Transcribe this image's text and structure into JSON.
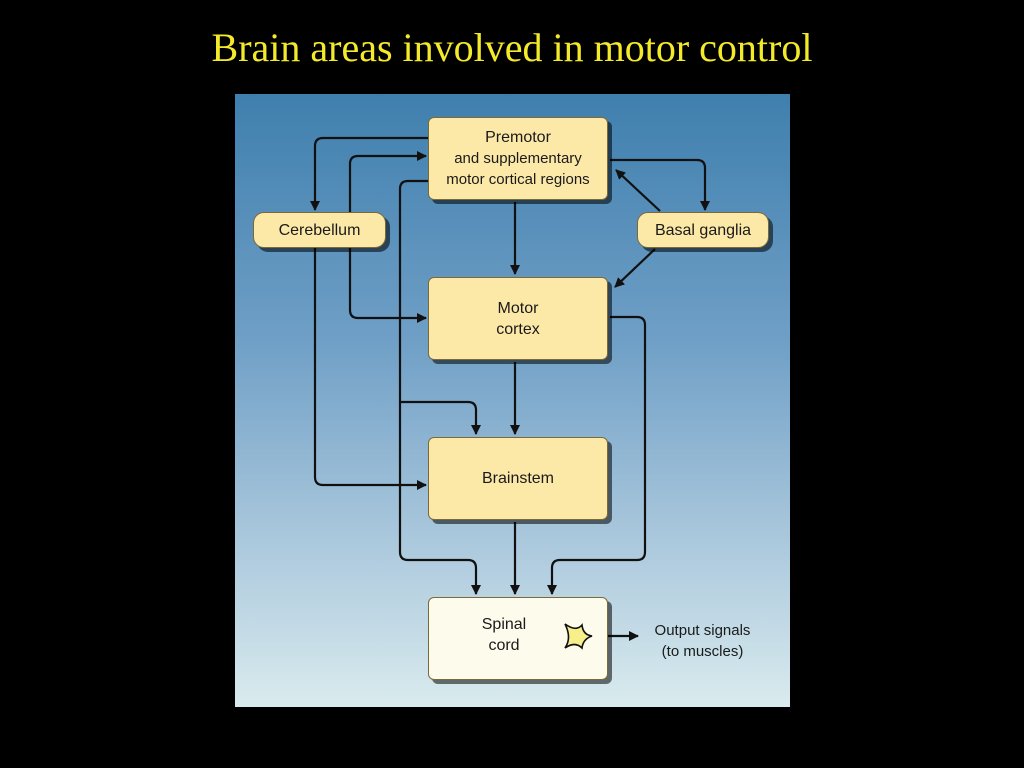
{
  "slide": {
    "title": "Brain areas involved in motor control"
  },
  "diagram": {
    "premotor": {
      "line1": "Premotor",
      "line2": "and supplementary",
      "line3": "motor cortical regions"
    },
    "cerebellum": "Cerebellum",
    "basal_ganglia": "Basal ganglia",
    "motor_cortex": {
      "line1": "Motor",
      "line2": "cortex"
    },
    "brainstem": "Brainstem",
    "spinal_cord": {
      "line1": "Spinal",
      "line2": "cord"
    },
    "output": {
      "line1": "Output signals",
      "line2": "(to muscles)"
    },
    "colors": {
      "title": "#f5ea2a",
      "box_fill": "#fde9a7",
      "spinal_fill": "#fdfbec",
      "neuron_fill": "#f7f08a",
      "panel_top": "#3f7fae",
      "panel_bottom": "#d9ebee"
    }
  }
}
